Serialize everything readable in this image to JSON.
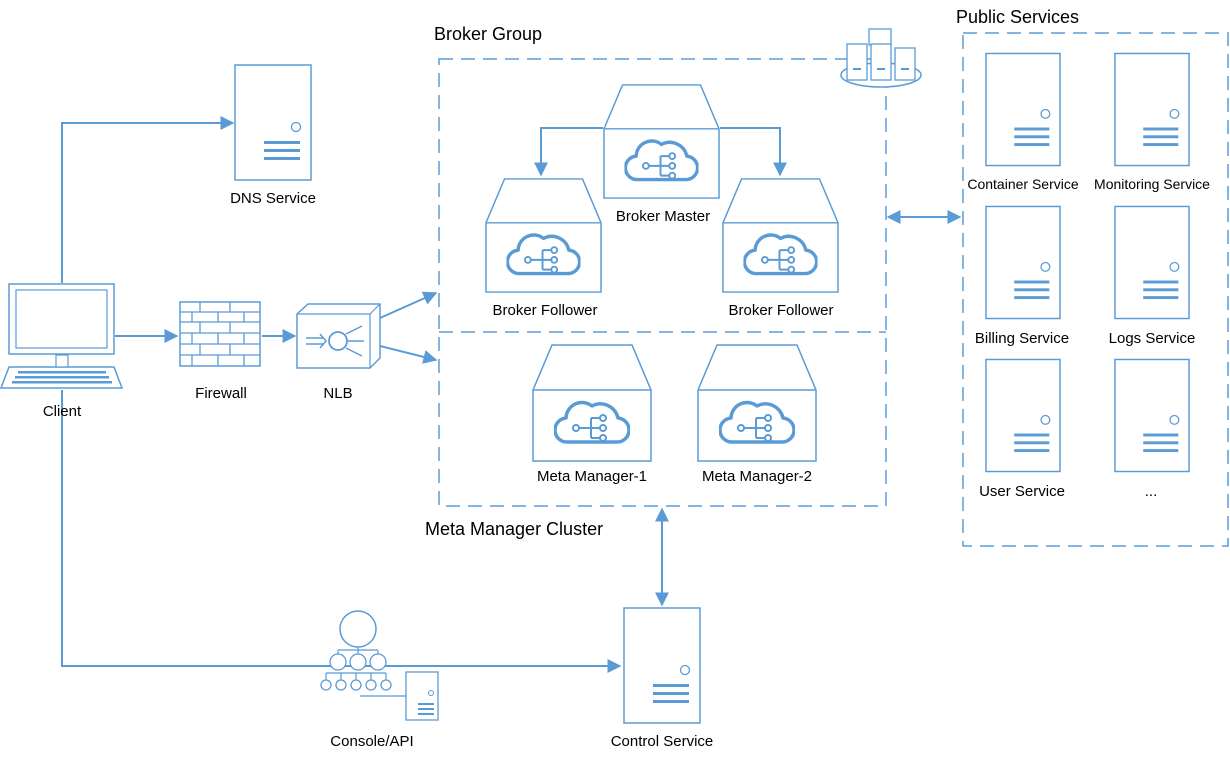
{
  "colors": {
    "accent": "#5b9bd5",
    "text": "#000000",
    "background": "#ffffff"
  },
  "groups": {
    "broker_group": "Broker Group",
    "meta_manager_cluster": "Meta Manager Cluster",
    "public_services": "Public Services"
  },
  "nodes": {
    "client": "Client",
    "firewall": "Firewall",
    "nlb": "NLB",
    "dns_service": "DNS Service",
    "broker_master": "Broker Master",
    "broker_follower_1": "Broker Follower",
    "broker_follower_2": "Broker Follower",
    "meta_manager_1": "Meta Manager-1",
    "meta_manager_2": "Meta Manager-2",
    "console_api": "Console/API",
    "control_service": "Control Service"
  },
  "public_services": [
    "Container Service",
    "Monitoring Service",
    "Billing Service",
    "Logs Service",
    "User Service",
    "..."
  ],
  "icons": {
    "server": "server-icon",
    "cloud": "cloud-share-icon",
    "laptop": "laptop-icon",
    "firewall": "firewall-icon",
    "nlb": "load-balancer-icon",
    "cluster": "server-cluster-icon",
    "api": "api-tree-icon"
  }
}
